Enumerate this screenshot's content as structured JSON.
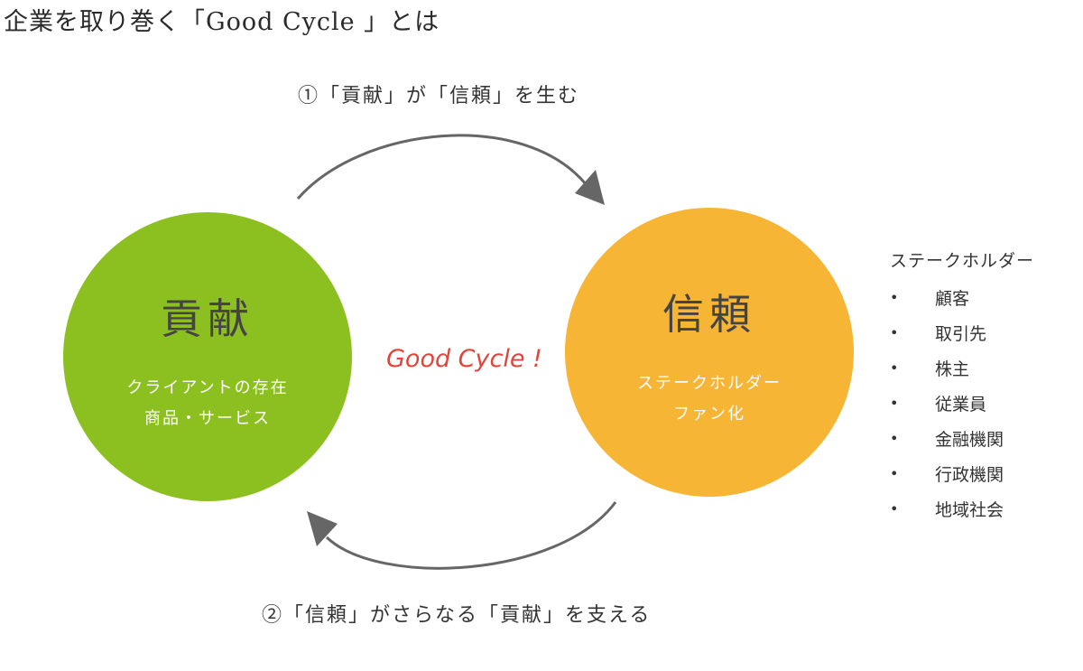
{
  "title": "企業を取り巻く「Good Cycle 」とは",
  "cycle": {
    "step1": "①「貢献」が「信頼」を生む",
    "step2": "②「信頼」がさらなる「貢献」を支える",
    "center_label": "Good Cycle !"
  },
  "contribution": {
    "title": "貢献",
    "lines": [
      "クライアントの存在",
      "商品・サービス"
    ],
    "color": "#8cc021"
  },
  "trust": {
    "title": "信頼",
    "lines": [
      "ステークホルダー",
      "ファン化"
    ],
    "color": "#f6b535"
  },
  "stakeholders": {
    "heading": "ステークホルダー",
    "bullet": "•",
    "items": [
      "顧客",
      "取引先",
      "株主",
      "従業員",
      "金融機関",
      "行政機関",
      "地域社会"
    ]
  },
  "colors": {
    "arrow": "#666666",
    "accent_text": "#e0453a"
  }
}
